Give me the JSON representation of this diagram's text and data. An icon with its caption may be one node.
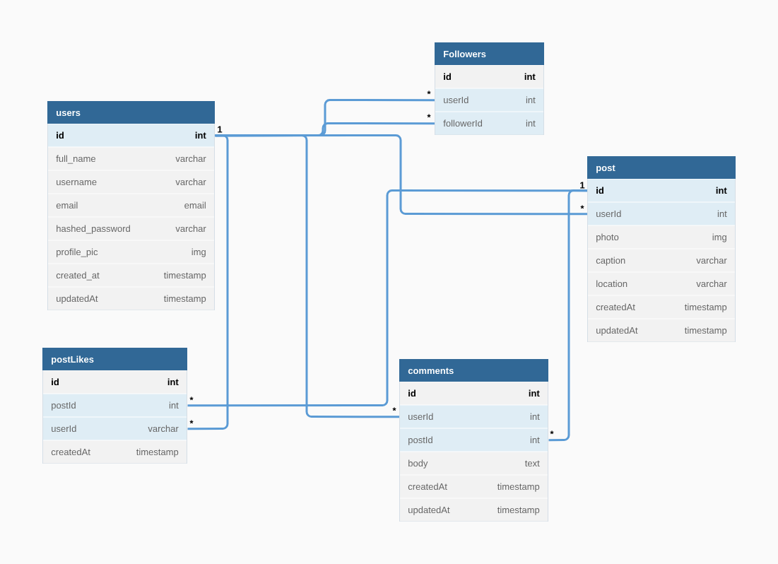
{
  "diagram": {
    "nodes": [
      {
        "text": [
          "Followers"
        ]
      },
      {
        "text": [
          "id",
          "int"
        ],
        "in": 0
      },
      {
        "text": [
          "userId",
          "int"
        ],
        "in": 0
      },
      {
        "text": [
          "followerId",
          "int"
        ],
        "in": 0
      },
      {
        "text": [
          "users"
        ]
      },
      {
        "text": [
          "id",
          "int"
        ],
        "in": 4
      },
      {
        "text": [
          "full_name",
          "varchar"
        ],
        "in": 4
      },
      {
        "text": [
          "username",
          "varchar"
        ],
        "in": 4
      },
      {
        "text": [
          "email",
          "email"
        ],
        "in": 4
      },
      {
        "text": [
          "hashed_password",
          "varchar"
        ],
        "in": 4
      },
      {
        "text": [
          "profile_pic",
          "img"
        ],
        "in": 4
      },
      {
        "text": [
          "created_at",
          "timestamp"
        ],
        "in": 4
      },
      {
        "text": [
          "updatedAt",
          "timestamp"
        ],
        "in": 4
      },
      {
        "text": [
          "post"
        ]
      },
      {
        "text": [
          "id",
          "int"
        ],
        "in": 13
      },
      {
        "text": [
          "userId",
          "int"
        ],
        "in": 13
      },
      {
        "text": [
          "photo",
          "img"
        ],
        "in": 13
      },
      {
        "text": [
          "caption",
          "varchar"
        ],
        "in": 13
      },
      {
        "text": [
          "location",
          "varchar"
        ],
        "in": 13
      },
      {
        "text": [
          "createdAt",
          "timestamp"
        ],
        "in": 13
      },
      {
        "text": [
          "updatedAt",
          "timestamp"
        ],
        "in": 13
      },
      {
        "text": [
          "postLikes"
        ]
      },
      {
        "text": [
          "id",
          "int"
        ],
        "in": 21
      },
      {
        "text": [
          "postId",
          "int"
        ],
        "in": 21
      },
      {
        "text": [
          "userId",
          "varchar"
        ],
        "in": 21
      },
      {
        "text": [
          "createdAt",
          "timestamp"
        ],
        "in": 21
      },
      {
        "text": [
          "comments"
        ]
      },
      {
        "text": [
          "id",
          "int"
        ],
        "in": 26
      },
      {
        "text": [
          "userId",
          "int"
        ],
        "in": 26
      },
      {
        "text": [
          "postId",
          "int"
        ],
        "in": 26
      },
      {
        "text": [
          "body",
          "text"
        ],
        "in": 26
      },
      {
        "text": [
          "createdAt",
          "timestamp"
        ],
        "in": 26
      },
      {
        "text": [
          "updatedAt",
          "timestamp"
        ],
        "in": 26
      }
    ],
    "edges": [
      {
        "from": 2,
        "to": 5,
        "arrow": "none"
      },
      {
        "from": 3,
        "to": 5,
        "arrow": "none"
      },
      {
        "from": 15,
        "to": 5,
        "arrow": "none"
      },
      {
        "from": 24,
        "to": 5,
        "arrow": "none"
      },
      {
        "from": 28,
        "to": 5,
        "arrow": "none"
      },
      {
        "from": 23,
        "to": 14,
        "arrow": "none"
      },
      {
        "from": 29,
        "to": 14,
        "arrow": "none"
      }
    ],
    "labels": [
      "*",
      "*",
      "1",
      "1",
      "*",
      "*",
      "*",
      "*",
      "*"
    ]
  }
}
